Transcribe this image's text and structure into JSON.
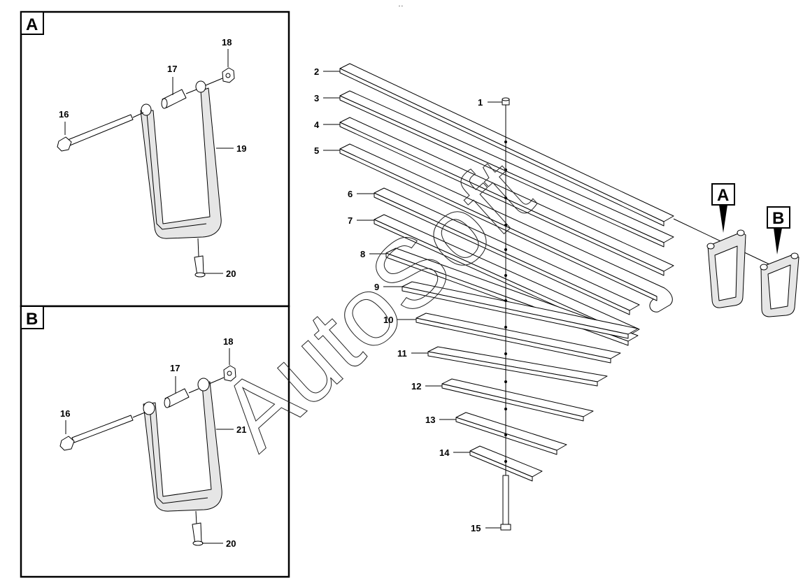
{
  "header_mark": "\"  \"",
  "watermark": "AutoSoft",
  "panels": {
    "A": {
      "letter": "A",
      "callouts": [
        "16",
        "17",
        "18",
        "19",
        "20"
      ]
    },
    "B": {
      "letter": "B",
      "callouts": [
        "16",
        "17",
        "18",
        "21",
        "20"
      ]
    }
  },
  "main": {
    "leaf_callouts": [
      "2",
      "3",
      "4",
      "5",
      "6",
      "7",
      "8",
      "9",
      "10",
      "11",
      "12",
      "13",
      "14"
    ],
    "bolt_top": "1",
    "bolt_bottom": "15",
    "ref_a": "A",
    "ref_b": "B"
  }
}
